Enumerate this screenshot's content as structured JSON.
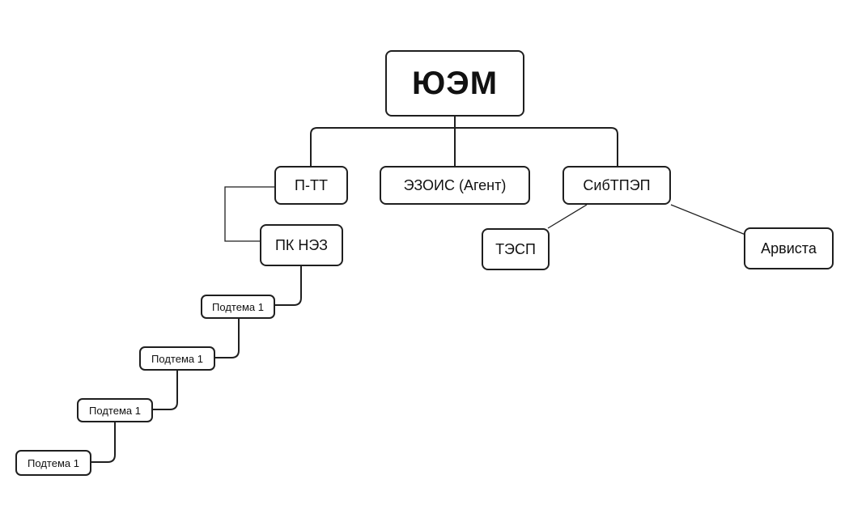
{
  "diagram": {
    "root": {
      "label": "ЮЭМ"
    },
    "level1": [
      {
        "label": "П-ТТ"
      },
      {
        "label": "ЭЗОИС (Агент)"
      },
      {
        "label": "СибТПЭП"
      }
    ],
    "ptt_children": [
      {
        "label": "ПК НЭЗ"
      }
    ],
    "sib_children": [
      {
        "label": "ТЭСП"
      },
      {
        "label": "Арвиста"
      }
    ],
    "subtopics": [
      {
        "label": "Подтема 1"
      },
      {
        "label": "Подтема 1"
      },
      {
        "label": "Подтема 1"
      },
      {
        "label": "Подтема 1"
      }
    ],
    "colors": {
      "border": "#1f1f1f",
      "line": "#1f1f1f",
      "background": "#ffffff",
      "text": "#111111"
    }
  }
}
